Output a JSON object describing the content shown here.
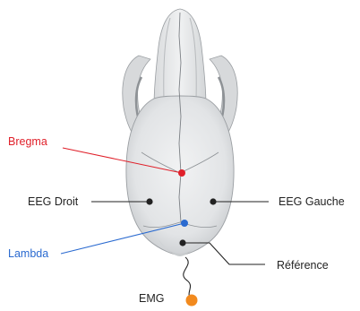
{
  "labels": {
    "bregma": "Bregma",
    "eeg_droit": "EEG Droit",
    "eeg_gauche": "EEG Gauche",
    "lambda": "Lambda",
    "reference": "Référence",
    "emg": "EMG"
  },
  "colors": {
    "bregma": "#e0202a",
    "lambda": "#2a6ad0",
    "default": "#222222",
    "emg_electrode": "#f28a1e",
    "bone": "#e8e9ea",
    "bone_shadow": "#b9bcbf",
    "bone_outline": "#8e9296"
  }
}
